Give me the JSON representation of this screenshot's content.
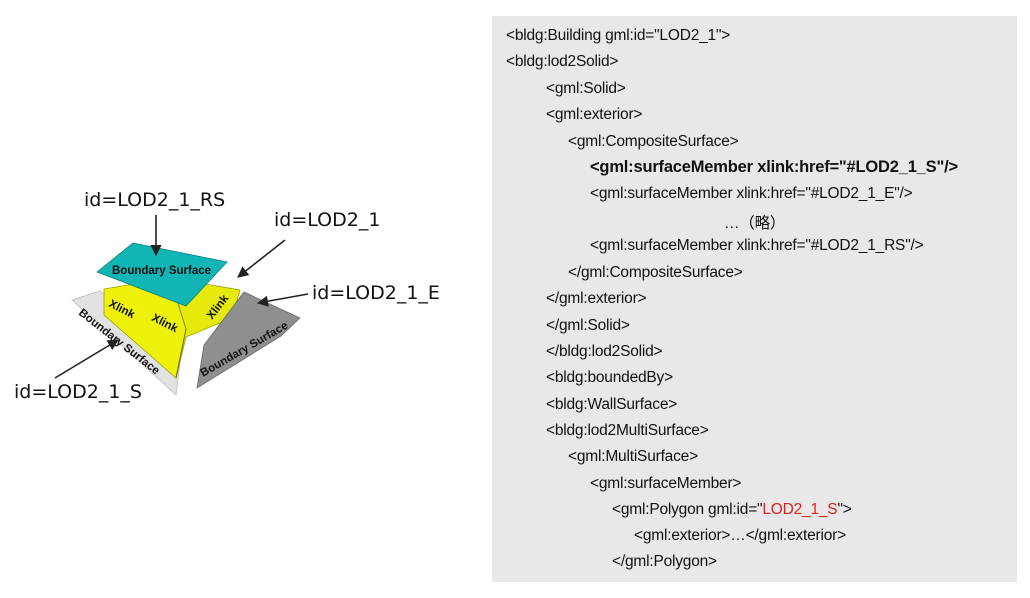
{
  "diagram": {
    "labels": {
      "rs": "id=LOD2_1_RS",
      "building": "id=LOD2_1",
      "e": "id=LOD2_1_E",
      "s": "id=LOD2_1_S"
    },
    "surfaces": {
      "roof": "Boundary Surface",
      "right": "Boundary Surface",
      "left": "Boundary Surface"
    },
    "xlinks": [
      "Xlink",
      "Xlink",
      "Xlink"
    ],
    "colors": {
      "roof": "#12b5b5",
      "building": "#eef20b",
      "east_wall": "#8f8f8f",
      "south_wall": "#e2e2e2"
    }
  },
  "code": {
    "lines": [
      {
        "pre": "<bldg:Building gml:id=\"LOD2_1\">",
        "hl": "",
        "post": ""
      },
      {
        "pre": "<bldg:lod2Solid>",
        "hl": "",
        "post": ""
      },
      {
        "pre": "<gml:Solid>",
        "hl": "",
        "post": ""
      },
      {
        "pre": "<gml:exterior>",
        "hl": "",
        "post": ""
      },
      {
        "pre": "<gml:CompositeSurface>",
        "hl": "",
        "post": ""
      },
      {
        "pre": "<gml:surfaceMember xlink:href=\"",
        "hl": "#LOD2_1_S",
        "post": "\"/>"
      },
      {
        "pre": "<gml:surfaceMember xlink:href=\"#LOD2_1_E\"/>",
        "hl": "",
        "post": ""
      },
      {
        "pre": "…（略）",
        "hl": "",
        "post": ""
      },
      {
        "pre": "<gml:surfaceMember xlink:href=\"#LOD2_1_RS\"/>",
        "hl": "",
        "post": ""
      },
      {
        "pre": "</gml:CompositeSurface>",
        "hl": "",
        "post": ""
      },
      {
        "pre": "</gml:exterior>",
        "hl": "",
        "post": ""
      },
      {
        "pre": "</gml:Solid>",
        "hl": "",
        "post": ""
      },
      {
        "pre": "</bldg:lod2Solid>",
        "hl": "",
        "post": ""
      },
      {
        "pre": "<bldg:boundedBy>",
        "hl": "",
        "post": ""
      },
      {
        "pre": "<bldg:WallSurface>",
        "hl": "",
        "post": ""
      },
      {
        "pre": "<bldg:lod2MultiSurface>",
        "hl": "",
        "post": ""
      },
      {
        "pre": "<gml:MultiSurface>",
        "hl": "",
        "post": ""
      },
      {
        "pre": "<gml:surfaceMember>",
        "hl": "",
        "post": ""
      },
      {
        "pre": "<gml:Polygon gml:id=\"",
        "hl": "LOD2_1_S",
        "post": "\">"
      },
      {
        "pre": "<gml:exterior>…</gml:exterior>",
        "hl": "",
        "post": ""
      },
      {
        "pre": "</gml:Polygon>",
        "hl": "",
        "post": ""
      }
    ]
  }
}
